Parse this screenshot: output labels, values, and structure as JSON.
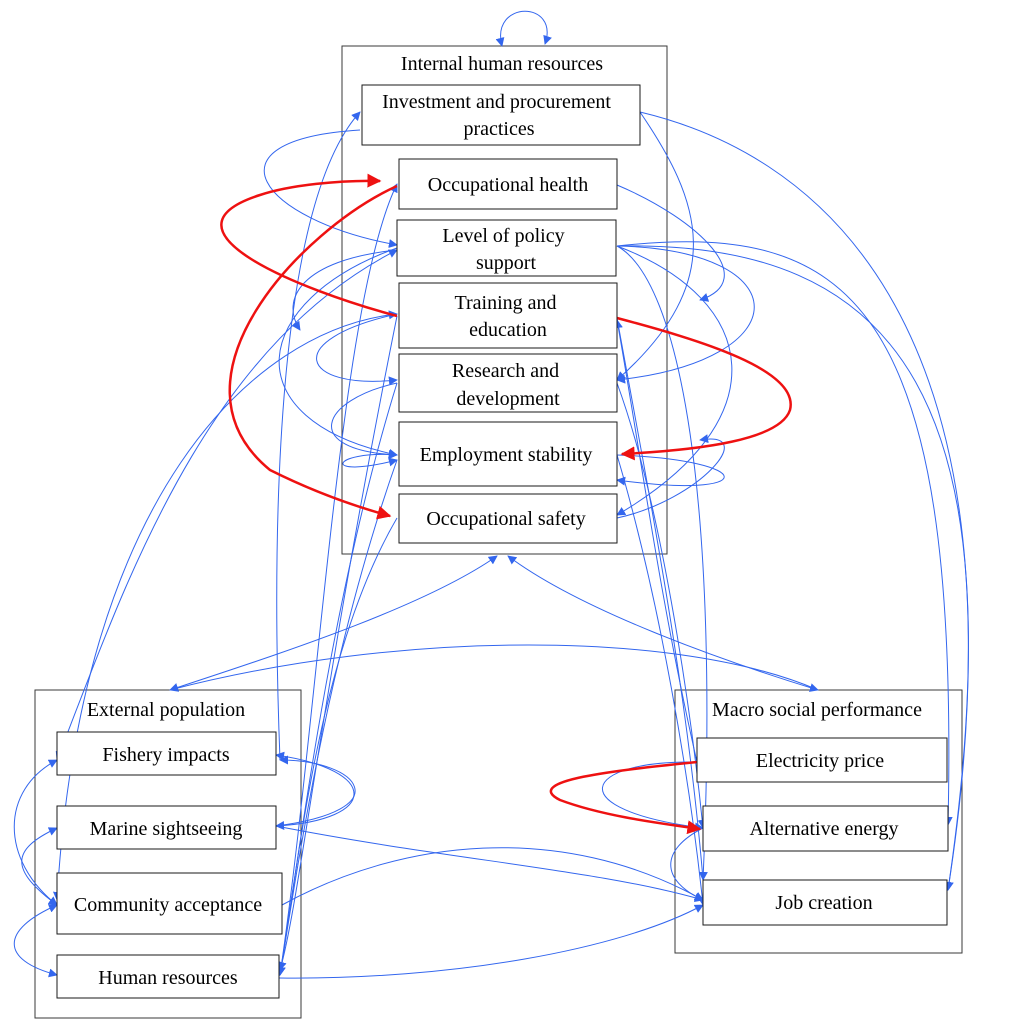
{
  "colors": {
    "edge": "#3366ee",
    "highlight": "#ee1111"
  },
  "groups": {
    "internal": "Internal human resources",
    "external": "External population",
    "macro": "Macro social performance"
  },
  "nodes": {
    "investment": [
      "Investment and procurement",
      "practices"
    ],
    "occ_health": [
      "Occupational health"
    ],
    "policy": [
      "Level of policy",
      "support"
    ],
    "training": [
      "Training and",
      "education"
    ],
    "research": [
      "Research and",
      "development"
    ],
    "employment": [
      "Employment stability"
    ],
    "occ_safety": [
      "Occupational safety"
    ],
    "fishery": [
      "Fishery impacts"
    ],
    "sightseeing": [
      "Marine sightseeing"
    ],
    "community": [
      "Community acceptance"
    ],
    "human": [
      "Human resources"
    ],
    "electricity": [
      "Electricity price"
    ],
    "alt_energy": [
      "Alternative energy"
    ],
    "job": [
      "Job creation"
    ]
  }
}
